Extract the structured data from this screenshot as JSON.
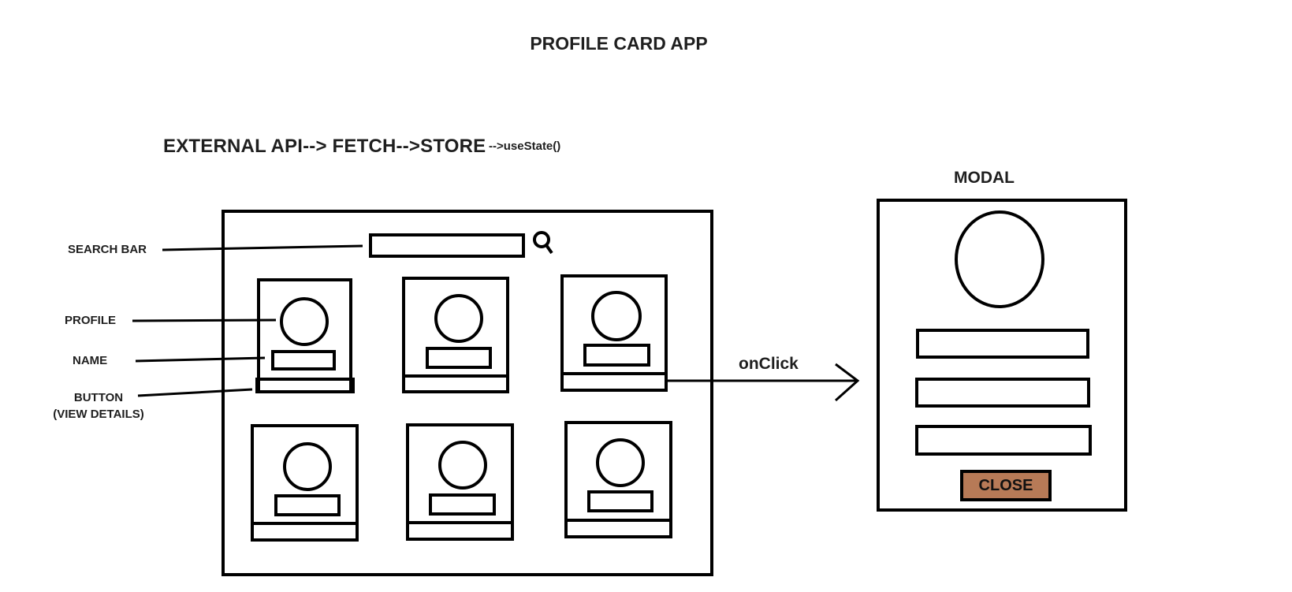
{
  "title": "PROFILE CARD APP",
  "flow": {
    "main": "EXTERNAL API--> FETCH-->STORE",
    "suffix": "-->useState()"
  },
  "labels": {
    "search_bar": "SEARCH BAR",
    "profile": "PROFILE",
    "name": "NAME",
    "button_line1": "BUTTON",
    "button_line2": "(VIEW DETAILS)"
  },
  "arrow_label": "onClick",
  "modal": {
    "title": "MODAL",
    "close_label": "CLOSE",
    "close_color": "#b77a57"
  },
  "icons": [
    "search-icon"
  ],
  "profile_cards_count": 6,
  "modal_fields_count": 3
}
